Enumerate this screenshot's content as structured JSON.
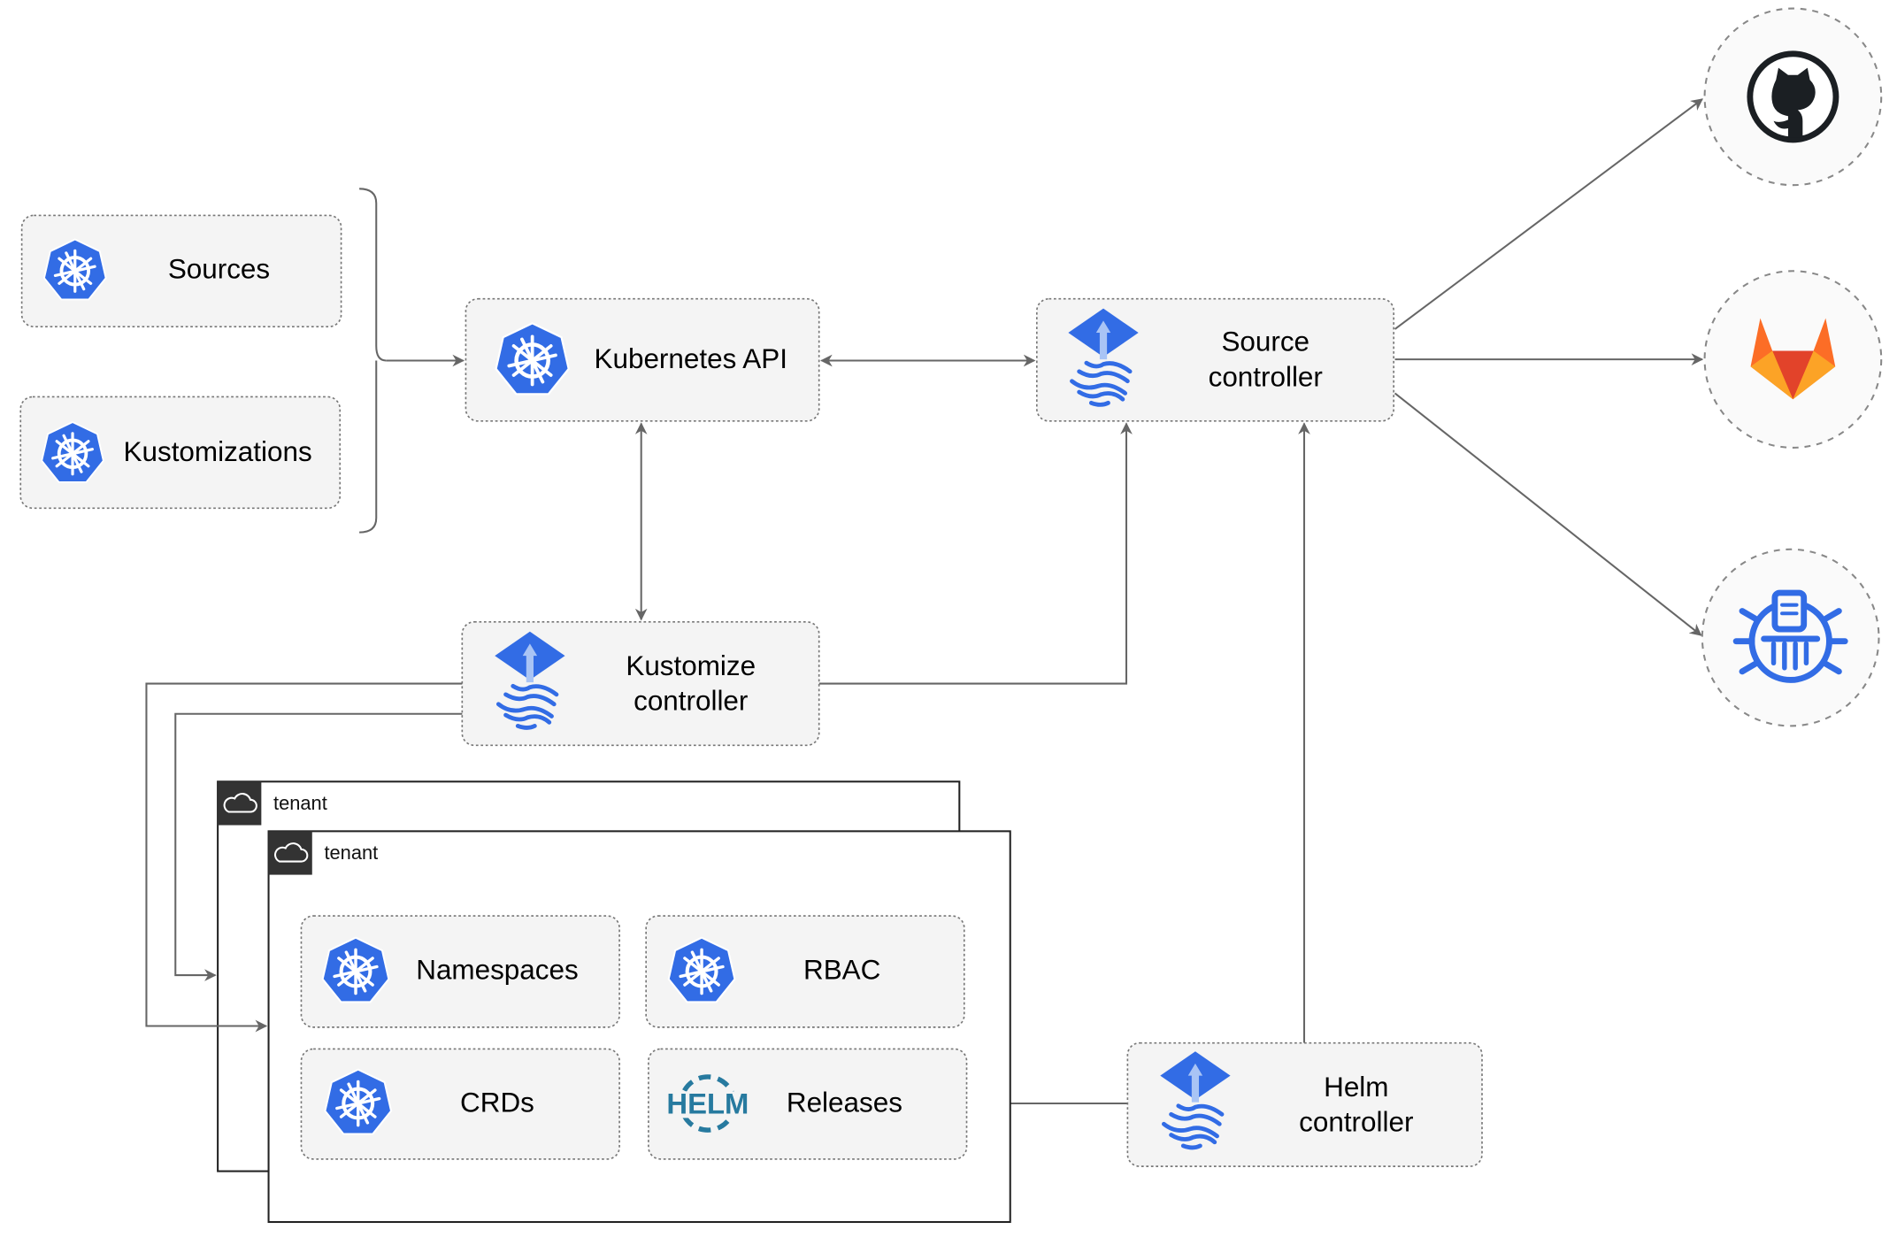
{
  "nodes": {
    "sources": "Sources",
    "kustomizations": "Kustomizations",
    "kubernetes_api": "Kubernetes API",
    "source_controller": [
      "Source",
      "controller"
    ],
    "kustomize_controller": [
      "Kustomize",
      "controller"
    ],
    "helm_controller": [
      "Helm",
      "controller"
    ],
    "namespaces": "Namespaces",
    "rbac": "RBAC",
    "crds": "CRDs",
    "releases": "Releases",
    "helm_logo_text": "HELM"
  },
  "tenants": [
    "tenant",
    "tenant"
  ],
  "external_sources": [
    "github-icon",
    "gitlab-icon",
    "bucket-icon"
  ],
  "colors": {
    "k8s_blue": "#326ce5",
    "gitlab_orange": "#e2432a",
    "github_dark": "#1b1f23",
    "helm_blue": "#277a9f",
    "edge": "#666666"
  }
}
